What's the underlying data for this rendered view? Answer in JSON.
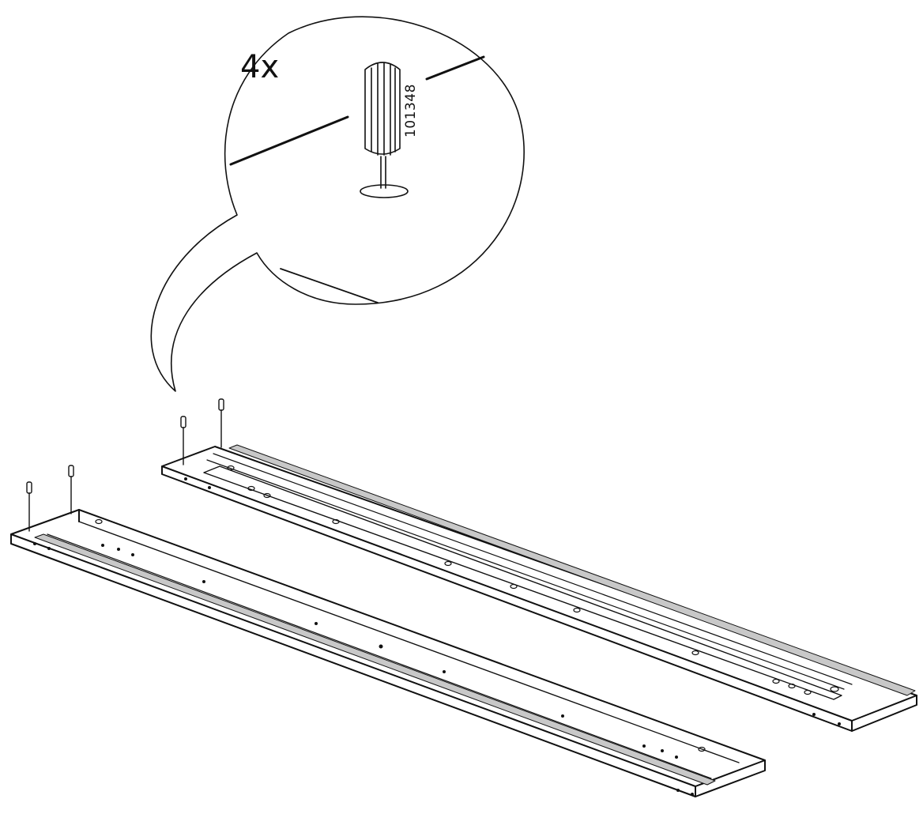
{
  "callout": {
    "quantity": "4x",
    "part_number": "101348"
  },
  "colors": {
    "line": "#111111",
    "shading": "#c8c8c8",
    "background": "#ffffff"
  },
  "icons": [
    "dowel-icon",
    "dowel-hole-icon",
    "wooden-rail",
    "magnifier-callout"
  ]
}
